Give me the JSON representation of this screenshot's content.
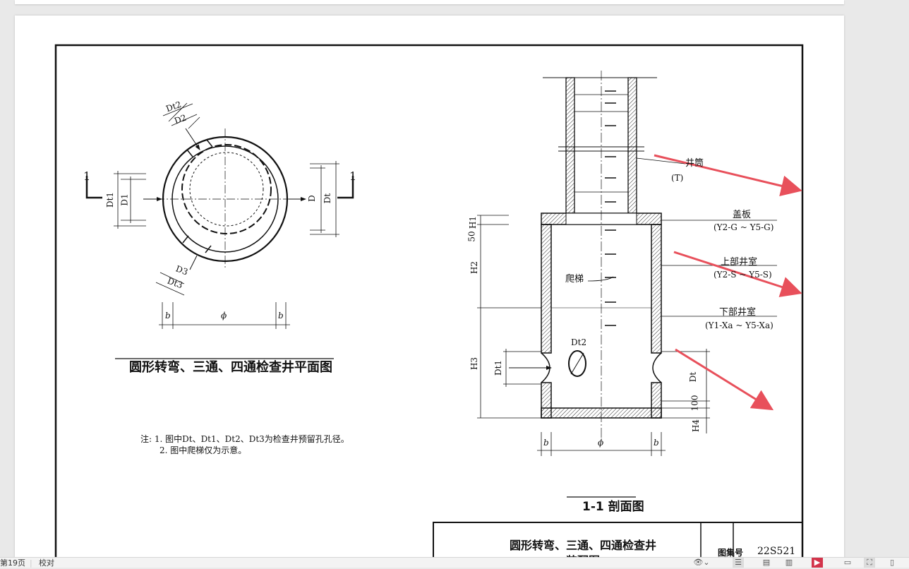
{
  "plan": {
    "title": "圆形转弯、三通、四通检查井平面图",
    "section_mark": "1",
    "labels": {
      "dt2": "Dt2",
      "d2": "D2",
      "dt1": "Dt1",
      "d1": "D1",
      "d": "D",
      "dt": "Dt",
      "d3": "D3",
      "dt3": "Dt3",
      "b": "b",
      "phi": "ϕ"
    }
  },
  "notes": {
    "line1": "注: 1. 图中Dt、Dt1、Dt2、Dt3为检查井预留孔孔径。",
    "line2": "2. 图中爬梯仅为示意。"
  },
  "section": {
    "title": "1-1 剖面图",
    "shaft_label": "井筒",
    "shaft_code": "(T)",
    "cover_label": "盖板",
    "cover_code": "(Y2-G ~ Y5-G)",
    "upper_label": "上部井室",
    "upper_code": "(Y2-S ~ Y5-S)",
    "lower_label": "下部井室",
    "lower_code": "(Y1-Xa ~ Y5-Xa)",
    "ladder_label": "爬梯",
    "dims": {
      "h1": "H1",
      "fifty": "50",
      "h2": "H2",
      "h3": "H3",
      "h4": "H4",
      "hundred": "100",
      "dt1": "Dt1",
      "dt2": "Dt2",
      "dt": "Dt",
      "b": "b",
      "phi": "ϕ"
    }
  },
  "title_block": {
    "title_line1": "圆形转弯、三通、四通检查井",
    "title_line2": "装配图",
    "atlas_label": "图集号",
    "atlas_code": "22S521"
  },
  "annotations": {
    "arrow_color": "#e8505b"
  },
  "statusbar": {
    "page": "第19页",
    "proof": "校对"
  }
}
